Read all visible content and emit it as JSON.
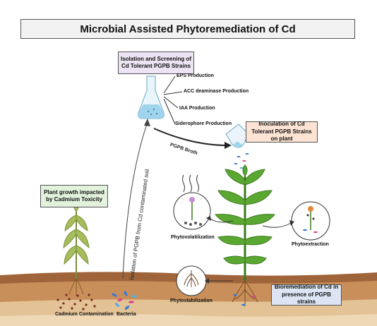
{
  "title": "Microbial Assisted Phytoremediation of Cd",
  "boxes": {
    "isolation": "Isolation and Screening of Cd Tolerant PGPB Strains",
    "inoculation": "Inoculation of Cd Tolerant PGPB Strains on plant",
    "toxicity": "Plant growth impacted by Cadmium Toxicity",
    "bioremediation": "Bioremediation of Cd in presence of PGPB strains"
  },
  "traits": [
    "EPS Production",
    "ACC deaminase Production",
    "IAA Production",
    "Siderophore Production"
  ],
  "labels": {
    "pgpb_broth": "PGPB Broth",
    "isolation_arrow": "Isolation of PGPB from Cd contaminated soil",
    "phytovolatilization": "Phytovolatilization",
    "phytoextraction": "Phytoextraction",
    "phytostabilization": "Phytostabilization",
    "cadmium_contamination": "Cadmium Contamination",
    "bacteria": "Bacteria"
  },
  "colors": {
    "soil_top": "#a0643a",
    "soil_mid": "#c88f5a",
    "soil_low": "#e3c296",
    "leaf": "#5aa832",
    "wilted_leaf": "#a6bd5c"
  }
}
